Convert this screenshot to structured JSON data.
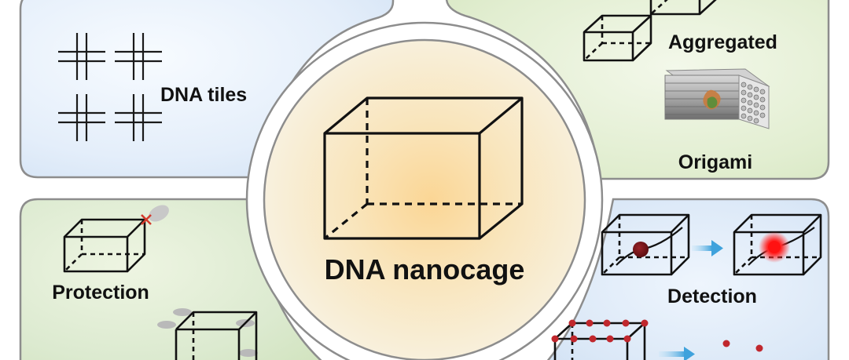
{
  "center": {
    "label": "DNA nanocage"
  },
  "panels": {
    "top_left": {
      "label": "DNA tiles"
    },
    "top_right": {
      "labels": [
        "Aggregated",
        "Origami"
      ]
    },
    "bottom_left": {
      "label": "Protection"
    },
    "bottom_right": {
      "label": "Detection"
    }
  },
  "colors": {
    "blue_panel": "#dce9f7",
    "green_panel": "#e3eed3",
    "panel_border": "#8d8d8d",
    "center_fill": "#f7ebc9",
    "center_glow": "#fbd99a",
    "dot_dark": "#7a1418",
    "dot_glow": "#ff1a1a",
    "dot_red": "#c0272d",
    "arrow": "#5ab0e0"
  }
}
